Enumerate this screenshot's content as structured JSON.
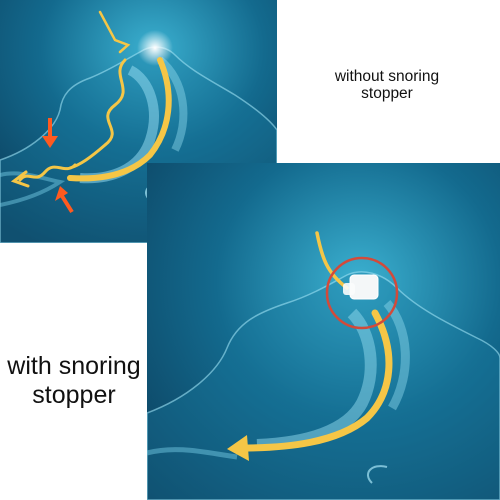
{
  "captions": {
    "without": [
      "without snoring",
      "stopper"
    ],
    "with": [
      "with snoring",
      "stopper"
    ]
  },
  "colors": {
    "panel_dark": "#0b3a57",
    "panel_mid": "#136a8e",
    "panel_light": "#3bb0d0",
    "airflow": "#f5c646",
    "compress_arrow": "#ff5a1f",
    "highlight_ring": "#d24a3a",
    "device": "#f4f7f8"
  }
}
